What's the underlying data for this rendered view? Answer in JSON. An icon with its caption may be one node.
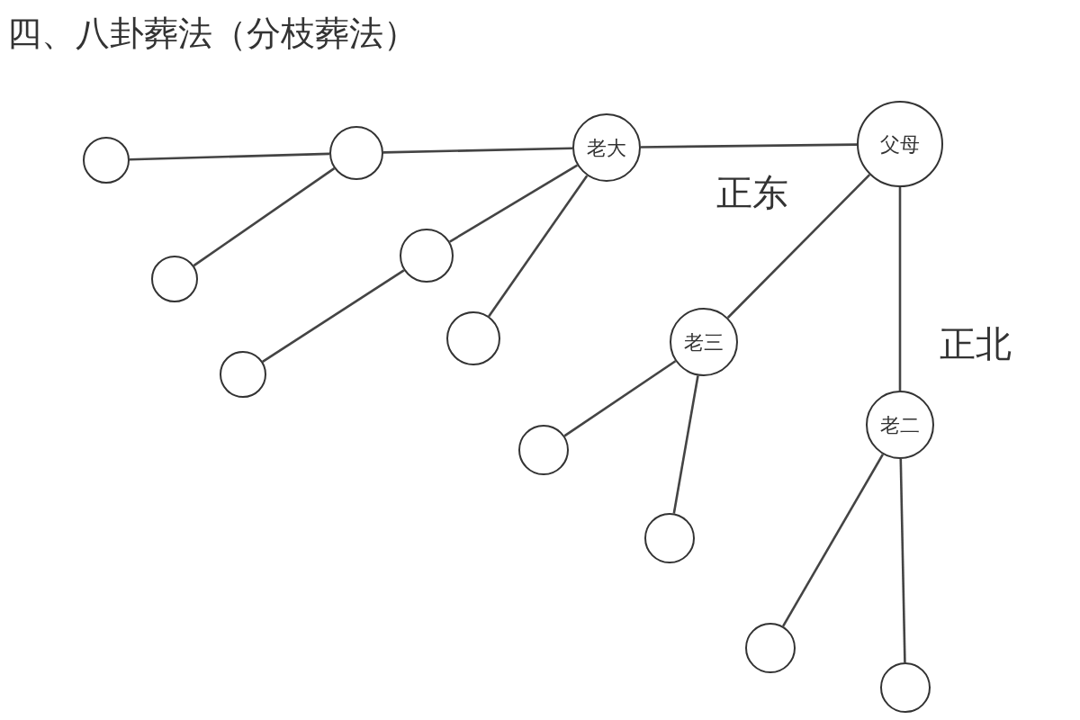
{
  "diagram": {
    "title": "四、八卦葬法（分枝葬法）",
    "nodes": [
      {
        "text": [],
        "shape": "circle"
      },
      {
        "text": [],
        "shape": "circle"
      },
      {
        "text": [
          "老大"
        ]
      },
      {
        "text": [
          "父母"
        ]
      },
      {
        "text": [],
        "shape": "circle"
      },
      {
        "text": [],
        "shape": "circle"
      },
      {
        "text": [],
        "shape": "circle"
      },
      {
        "text": [],
        "shape": "circle"
      },
      {
        "text": [
          "老三"
        ]
      },
      {
        "text": [
          "老二"
        ]
      },
      {
        "text": [],
        "shape": "circle"
      },
      {
        "text": [],
        "shape": "circle"
      },
      {
        "text": [],
        "shape": "circle"
      },
      {
        "text": [],
        "shape": "circle"
      }
    ],
    "edges": [
      {
        "from": 0,
        "to": 1,
        "arrow": "none"
      },
      {
        "from": 1,
        "to": 2,
        "arrow": "none"
      },
      {
        "from": 2,
        "to": 3,
        "arrow": "none"
      },
      {
        "from": 1,
        "to": 4,
        "arrow": "none"
      },
      {
        "from": 2,
        "to": 5,
        "arrow": "none"
      },
      {
        "from": 5,
        "to": 6,
        "arrow": "none"
      },
      {
        "from": 2,
        "to": 7,
        "arrow": "none"
      },
      {
        "from": 3,
        "to": 8,
        "arrow": "none"
      },
      {
        "from": 3,
        "to": 9,
        "arrow": "none"
      },
      {
        "from": 8,
        "to": 10,
        "arrow": "none"
      },
      {
        "from": 8,
        "to": 11,
        "arrow": "none"
      },
      {
        "from": 9,
        "to": 12,
        "arrow": "none"
      },
      {
        "from": 9,
        "to": 13,
        "arrow": "none"
      }
    ],
    "labels": [
      "正东",
      "正北"
    ]
  }
}
